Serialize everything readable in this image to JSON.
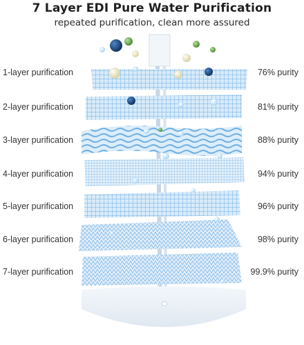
{
  "header": {
    "title": "7 Layer EDI Pure Water Purification",
    "subtitle": "repeated purification, clean more assured"
  },
  "layers": [
    {
      "label": "1-layer purification",
      "purity": "76% purity"
    },
    {
      "label": "2-layer purification",
      "purity": "81% purity"
    },
    {
      "label": "3-layer purification",
      "purity": "88% purity"
    },
    {
      "label": "4-layer purification",
      "purity": "94% purity"
    },
    {
      "label": "5-layer purification",
      "purity": "96% purity"
    },
    {
      "label": "6-layer purification",
      "purity": "98% purity"
    },
    {
      "label": "7-layer purification",
      "purity": "99.9% purity"
    }
  ],
  "colors": {
    "mesh": "#8fc3ee",
    "mesh_light": "#d4e8f8",
    "particle_dark": "#1f3f73",
    "particle_green": "#6aa84f",
    "particle_cream": "#eee9c9"
  }
}
